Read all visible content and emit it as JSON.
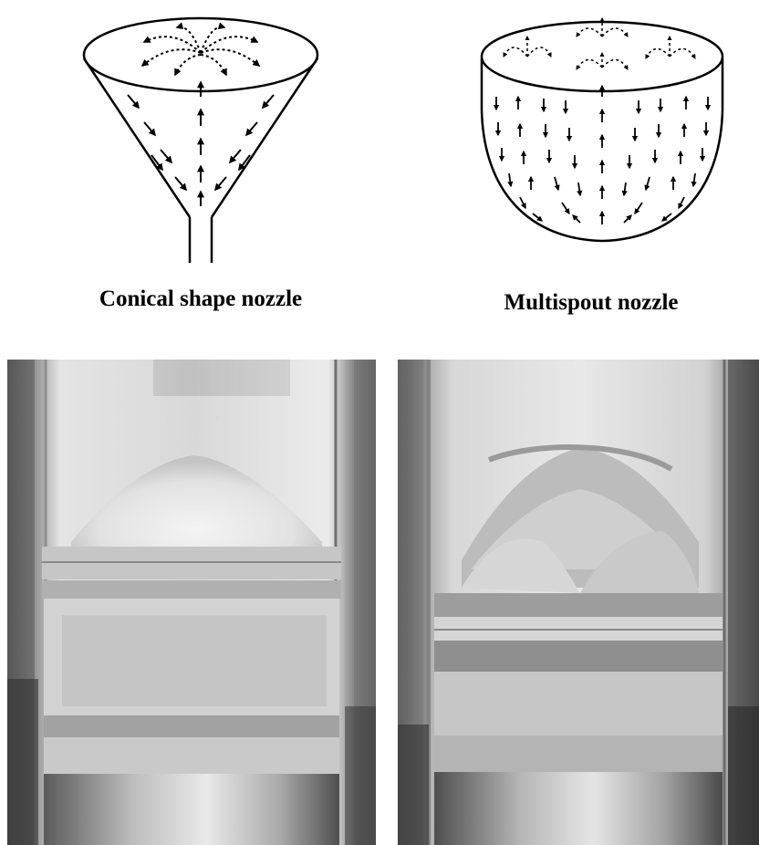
{
  "figure": {
    "left_caption": "Conical shape nozzle",
    "right_caption": "Multispout nozzle",
    "left_diagram_icon": "conical-funnel-icon",
    "right_diagram_icon": "multispout-bowl-icon",
    "left_photo": "conical-nozzle-bed-photo",
    "right_photo": "multispout-nozzle-bed-photo"
  }
}
